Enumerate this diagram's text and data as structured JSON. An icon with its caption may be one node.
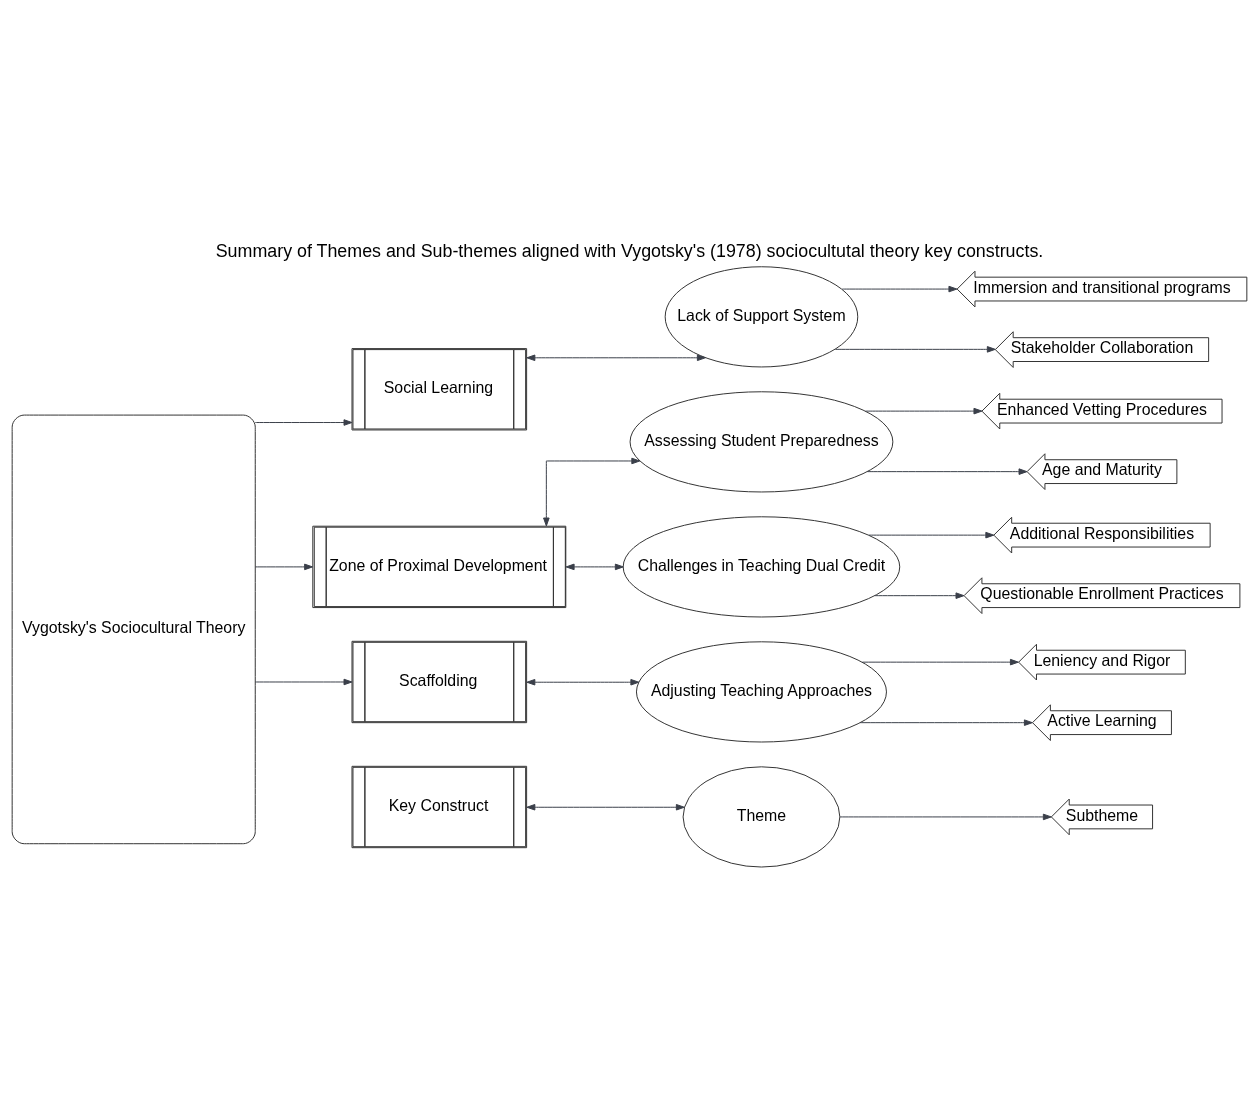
{
  "diagram": {
    "title": "Summary of Themes and Sub-themes aligned with Vygotsky's (1978) sociocultutal theory key constructs.",
    "nodes": [
      {
        "text": [
          "Vygotsky's Sociocultural Theory"
        ]
      },
      {
        "text": [
          "Social Learning"
        ]
      },
      {
        "text": [
          "Lack of Support System"
        ]
      },
      {
        "text": [
          "Immersion and transitional programs"
        ]
      },
      {
        "text": [
          "Stakeholder Collaboration"
        ]
      },
      {
        "text": [
          "Zone of Proximal Development"
        ]
      },
      {
        "text": [
          "Assessing Student Preparedness"
        ]
      },
      {
        "text": [
          "Enhanced Vetting Procedures"
        ]
      },
      {
        "text": [
          "Age and Maturity"
        ]
      },
      {
        "text": [
          "Challenges in Teaching Dual Credit"
        ]
      },
      {
        "text": [
          "Additional Responsibilities"
        ]
      },
      {
        "text": [
          "Questionable Enrollment Practices"
        ]
      },
      {
        "text": [
          "Scaffolding"
        ]
      },
      {
        "text": [
          "Adjusting Teaching Approaches"
        ]
      },
      {
        "text": [
          "Leniency and Rigor"
        ]
      },
      {
        "text": [
          "Active Learning"
        ]
      },
      {
        "text": [
          "Key Construct"
        ]
      },
      {
        "text": [
          "Theme"
        ]
      },
      {
        "text": [
          "Subtheme"
        ]
      }
    ],
    "edges": [
      {
        "from": 0,
        "to": 1,
        "arrow": "to"
      },
      {
        "from": 0,
        "to": 5,
        "arrow": "to"
      },
      {
        "from": 0,
        "to": 12,
        "arrow": "to"
      },
      {
        "from": 1,
        "to": 2,
        "arrow": "both"
      },
      {
        "from": 2,
        "to": 3,
        "arrow": "to"
      },
      {
        "from": 2,
        "to": 4,
        "arrow": "to"
      },
      {
        "from": 5,
        "to": 6,
        "arrow": "both"
      },
      {
        "from": 5,
        "to": 9,
        "arrow": "both"
      },
      {
        "from": 6,
        "to": 7,
        "arrow": "to"
      },
      {
        "from": 6,
        "to": 8,
        "arrow": "to"
      },
      {
        "from": 9,
        "to": 10,
        "arrow": "to"
      },
      {
        "from": 9,
        "to": 11,
        "arrow": "to"
      },
      {
        "from": 12,
        "to": 13,
        "arrow": "both"
      },
      {
        "from": 13,
        "to": 14,
        "arrow": "to"
      },
      {
        "from": 13,
        "to": 15,
        "arrow": "to"
      },
      {
        "from": 16,
        "to": 17,
        "arrow": "both"
      },
      {
        "from": 17,
        "to": 18,
        "arrow": "to"
      }
    ]
  }
}
